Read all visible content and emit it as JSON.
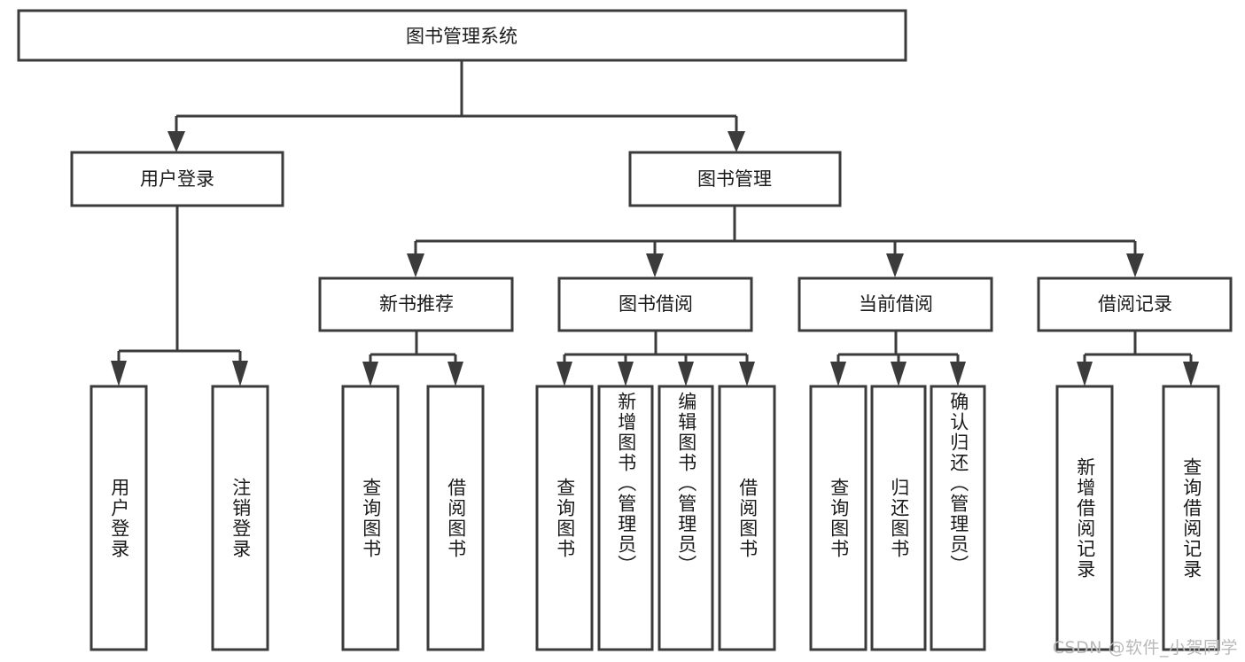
{
  "diagram": {
    "type": "tree",
    "title": "图书管理系统",
    "background_color": "#ffffff",
    "line_color": "#3b3b3b",
    "text_color": "#1a1a1a",
    "root": {
      "label": "图书管理系统",
      "orientation": "horizontal"
    },
    "level2": [
      {
        "label": "用户登录",
        "orientation": "horizontal"
      },
      {
        "label": "图书管理",
        "orientation": "horizontal"
      }
    ],
    "level3": [
      {
        "label": "新书推荐",
        "orientation": "horizontal",
        "parent": "图书管理"
      },
      {
        "label": "图书借阅",
        "orientation": "horizontal",
        "parent": "图书管理"
      },
      {
        "label": "当前借阅",
        "orientation": "horizontal",
        "parent": "图书管理"
      },
      {
        "label": "借阅记录",
        "orientation": "horizontal",
        "parent": "图书管理"
      }
    ],
    "leaves": {
      "user_login": [
        {
          "label": "用户登录",
          "orientation": "vertical"
        },
        {
          "label": "注销登录",
          "orientation": "vertical"
        }
      ],
      "new_book_recommend": [
        {
          "label": "查询图书",
          "orientation": "vertical"
        },
        {
          "label": "借阅图书",
          "orientation": "vertical"
        }
      ],
      "book_borrow": [
        {
          "label": "查询图书",
          "orientation": "vertical"
        },
        {
          "label": "新增图书（管理员）",
          "orientation": "vertical"
        },
        {
          "label": "编辑图书（管理员）",
          "orientation": "vertical"
        },
        {
          "label": "借阅图书",
          "orientation": "vertical"
        }
      ],
      "current_borrow": [
        {
          "label": "查询图书",
          "orientation": "vertical"
        },
        {
          "label": "归还图书",
          "orientation": "vertical"
        },
        {
          "label": "确认归还（管理员）",
          "orientation": "vertical"
        }
      ],
      "borrow_record": [
        {
          "label": "新增借阅记录",
          "orientation": "vertical"
        },
        {
          "label": "查询借阅记录",
          "orientation": "vertical"
        }
      ]
    },
    "watermark": "CSDN @软件_小贺同学"
  }
}
